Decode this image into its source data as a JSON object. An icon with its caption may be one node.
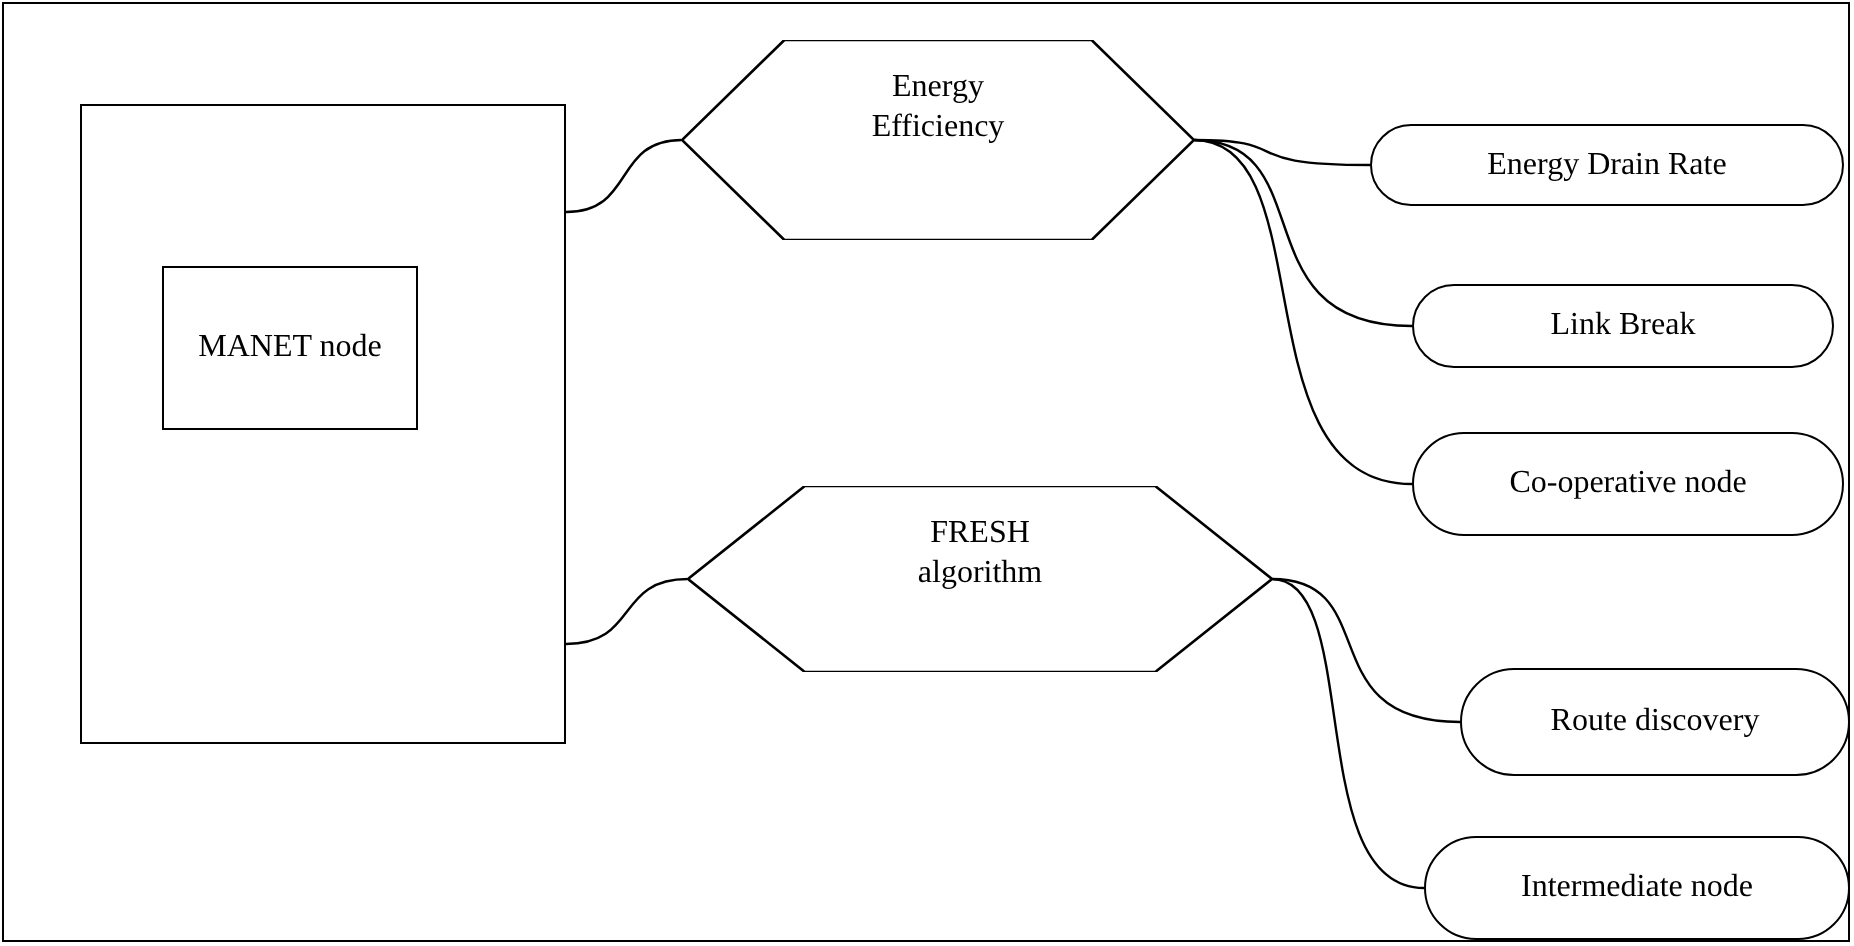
{
  "diagram": {
    "nodes": [
      {
        "text": [],
        "shape": "box"
      },
      {
        "text": [
          "MANET node"
        ],
        "in": 0
      },
      {
        "text": [
          "Energy Efficiency"
        ]
      },
      {
        "text": [
          "FRESH algorithm"
        ]
      },
      {
        "text": [
          "Energy Drain Rate"
        ]
      },
      {
        "text": [
          "Link Break"
        ]
      },
      {
        "text": [
          "Co-operative node"
        ]
      },
      {
        "text": [
          "Route discovery"
        ]
      },
      {
        "text": [
          "Intermediate node"
        ]
      }
    ],
    "edges": [
      {
        "from": 0,
        "to": 2,
        "arrow": "none"
      },
      {
        "from": 0,
        "to": 3,
        "arrow": "none"
      },
      {
        "from": 2,
        "to": 4,
        "arrow": "none"
      },
      {
        "from": 2,
        "to": 5,
        "arrow": "none"
      },
      {
        "from": 2,
        "to": 6,
        "arrow": "none"
      },
      {
        "from": 3,
        "to": 7,
        "arrow": "none"
      },
      {
        "from": 3,
        "to": 8,
        "arrow": "none"
      }
    ]
  }
}
